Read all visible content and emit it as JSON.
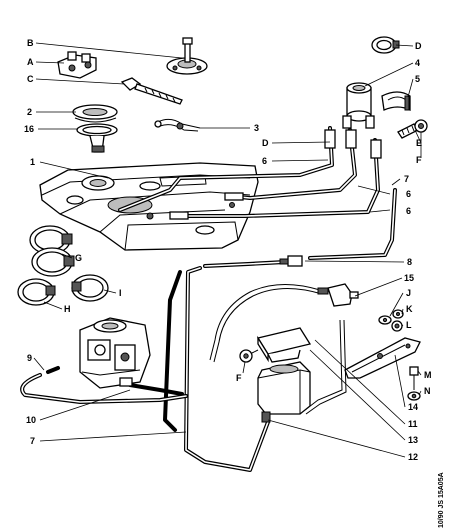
{
  "callouts": {
    "B": "B",
    "A": "A",
    "C": "C",
    "n2": "2",
    "n16": "16",
    "D_top": "D",
    "n4": "4",
    "n5": "5",
    "n3": "3",
    "D_mid": "D",
    "E": "E",
    "F_right": "F",
    "n1": "1",
    "n6a": "6",
    "n6b": "6",
    "n6c": "6",
    "n7_top": "7",
    "G": "G",
    "H": "H",
    "I": "I",
    "n8": "8",
    "n15": "15",
    "J": "J",
    "K": "K",
    "L": "L",
    "n9": "9",
    "F_lower": "F",
    "M": "M",
    "N": "N",
    "n10": "10",
    "n11": "11",
    "n14": "14",
    "n7_bottom": "7",
    "n13": "13",
    "n12": "12"
  },
  "reference": "10/90 JS 15A05A",
  "colors": {
    "line": "#000000",
    "background": "#ffffff",
    "shade": "#bdbdbd"
  }
}
